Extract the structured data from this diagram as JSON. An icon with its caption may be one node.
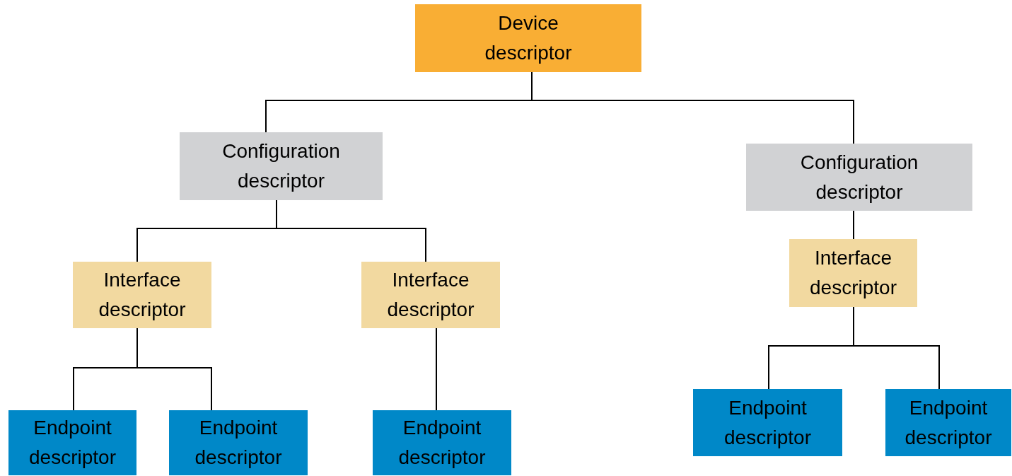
{
  "diagram": {
    "nodes": [
      {
        "text": [
          "Device descriptor"
        ]
      },
      {
        "text": [
          "Configuration descriptor"
        ]
      },
      {
        "text": [
          "Configuration descriptor"
        ]
      },
      {
        "text": [
          "Interface descriptor"
        ]
      },
      {
        "text": [
          "Interface descriptor"
        ]
      },
      {
        "text": [
          "Interface descriptor"
        ]
      },
      {
        "text": [
          "Endpoint descriptor"
        ]
      },
      {
        "text": [
          "Endpoint descriptor"
        ]
      },
      {
        "text": [
          "Endpoint descriptor"
        ]
      },
      {
        "text": [
          "Endpoint descriptor"
        ]
      },
      {
        "text": [
          "Endpoint descriptor"
        ]
      }
    ],
    "edges": [
      {
        "from": 0,
        "to": 1,
        "arrow": "none"
      },
      {
        "from": 0,
        "to": 2,
        "arrow": "none"
      },
      {
        "from": 1,
        "to": 3,
        "arrow": "none"
      },
      {
        "from": 1,
        "to": 4,
        "arrow": "none"
      },
      {
        "from": 2,
        "to": 5,
        "arrow": "none"
      },
      {
        "from": 3,
        "to": 6,
        "arrow": "none"
      },
      {
        "from": 3,
        "to": 7,
        "arrow": "none"
      },
      {
        "from": 4,
        "to": 8,
        "arrow": "none"
      },
      {
        "from": 5,
        "to": 9,
        "arrow": "none"
      },
      {
        "from": 5,
        "to": 10,
        "arrow": "none"
      }
    ]
  }
}
